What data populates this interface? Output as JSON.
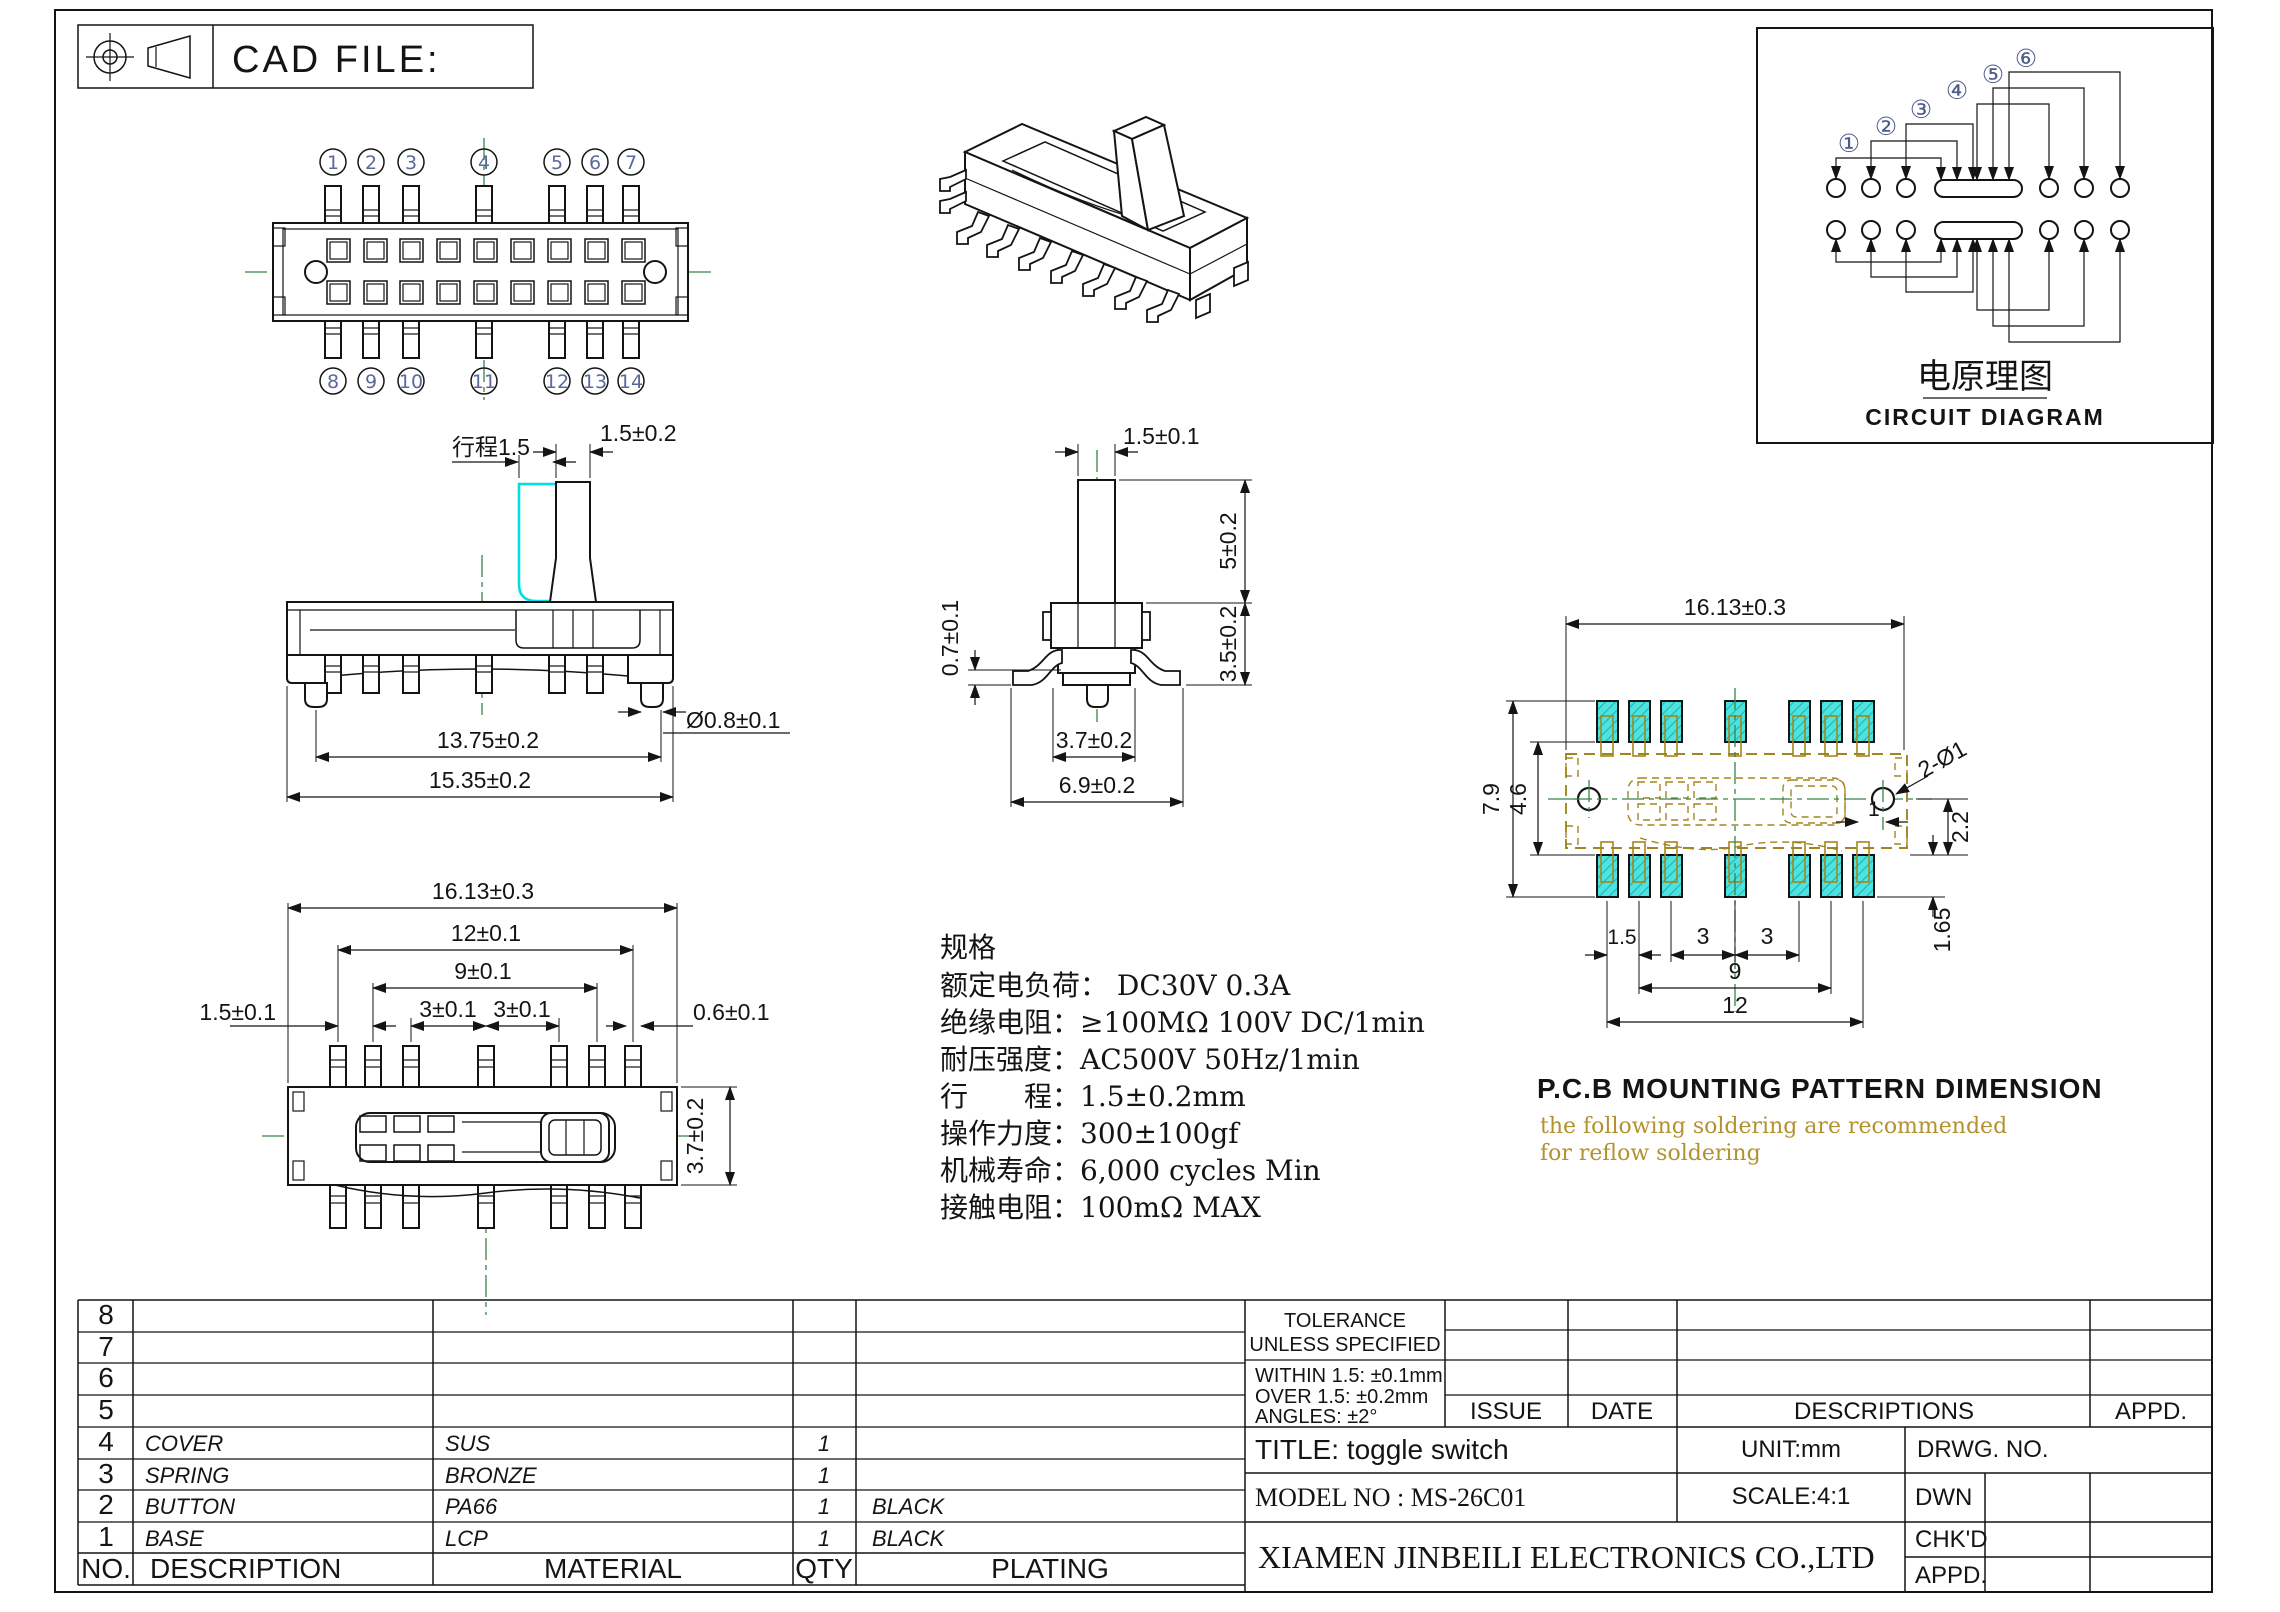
{
  "header": {
    "cad_file": "CAD FILE:"
  },
  "top_view": {
    "pins_top": [
      "1",
      "2",
      "3",
      "4",
      "5",
      "6",
      "7"
    ],
    "pins_bottom": [
      "8",
      "9",
      "10",
      "11",
      "12",
      "13",
      "14"
    ]
  },
  "front_view": {
    "travel": "行程1.5",
    "knob_width": "1.5±0.2",
    "pin_span": "13.75±0.2",
    "overall_width": "15.35±0.2",
    "pin_dia": "Ø0.8±0.1"
  },
  "side_view": {
    "knob_width": "1.5±0.1",
    "shaft_height": "5±0.2",
    "body_height": "3.5±0.2",
    "standoff": "0.7±0.1",
    "body_width": "3.7±0.2",
    "overall_width": "6.9±0.2"
  },
  "bottom_view": {
    "overall_width": "16.13±0.3",
    "span_12": "12±0.1",
    "span_9": "9±0.1",
    "pitch_a": "3±0.1",
    "pitch_b": "3±0.1",
    "end_left": "1.5±0.1",
    "end_right": "0.6±0.1",
    "body_height": "3.7±0.2"
  },
  "circuit_diagram": {
    "throw_labels": [
      "①",
      "②",
      "③",
      "④",
      "⑤",
      "⑥"
    ],
    "title_cn": "电原理图",
    "title_en": "CIRCUIT DIAGRAM"
  },
  "pcb_pattern": {
    "overall_width": "16.13±0.3",
    "outer_height": "7.9",
    "inner_height": "4.6",
    "holes": "2-Ø1",
    "hole_offset": "1",
    "center_to_pad": "2.2",
    "pad_height": "1.65",
    "pitch_small": "1.5",
    "pitch_a": "3",
    "pitch_b": "3",
    "span_mid": "9",
    "span_outer": "12",
    "title": "P.C.B MOUNTING PATTERN DIMENSION",
    "note1": "the following soldering are recommended",
    "note2": "for reflow soldering"
  },
  "specs": {
    "heading": "规格",
    "lines": [
      "额定电负荷：  DC30V 0.3A",
      "绝缘电阻：≥100MΩ 100V DC/1min",
      "耐压强度：AC500V  50Hz/1min",
      "行　　程：1.5±0.2mm",
      "操作力度：300±100gf",
      "机械寿命：6,000 cycles Min",
      "接触电阻：100mΩ MAX"
    ]
  },
  "bom": {
    "headers": {
      "no": "NO.",
      "description": "DESCRIPTION",
      "material": "MATERIAL",
      "qty": "QTY",
      "plating": "PLATING"
    },
    "rows": [
      {
        "no": "8",
        "description": "",
        "material": "",
        "qty": "",
        "plating": ""
      },
      {
        "no": "7",
        "description": "",
        "material": "",
        "qty": "",
        "plating": ""
      },
      {
        "no": "6",
        "description": "",
        "material": "",
        "qty": "",
        "plating": ""
      },
      {
        "no": "5",
        "description": "",
        "material": "",
        "qty": "",
        "plating": ""
      },
      {
        "no": "4",
        "description": "COVER",
        "material": "SUS",
        "qty": "1",
        "plating": ""
      },
      {
        "no": "3",
        "description": "SPRING",
        "material": "BRONZE",
        "qty": "1",
        "plating": ""
      },
      {
        "no": "2",
        "description": "BUTTON",
        "material": "PA66",
        "qty": "1",
        "plating": "BLACK"
      },
      {
        "no": "1",
        "description": "BASE",
        "material": "LCP",
        "qty": "1",
        "plating": "BLACK"
      }
    ]
  },
  "title_block": {
    "tolerance1": "TOLERANCE",
    "tolerance2": "UNLESS SPECIFIED",
    "tol_within": "WITHIN 1.5: ±0.1mm",
    "tol_over": "OVER 1.5:  ±0.2mm",
    "tol_angles": "ANGLES: ±2°",
    "issue": "ISSUE",
    "date": "DATE",
    "descriptions": "DESCRIPTIONS",
    "appd": "APPD.",
    "title": "TITLE: toggle switch",
    "unit": "UNIT:mm",
    "drwg_no": "DRWG. NO.",
    "model": "MODEL NO : MS-26C01",
    "scale": "SCALE:4:1",
    "dwn": "DWN",
    "chkd": "CHK'D",
    "appd2": "APPD.",
    "company": "XIAMEN JINBEILI ELECTRONICS CO.,LTD"
  }
}
